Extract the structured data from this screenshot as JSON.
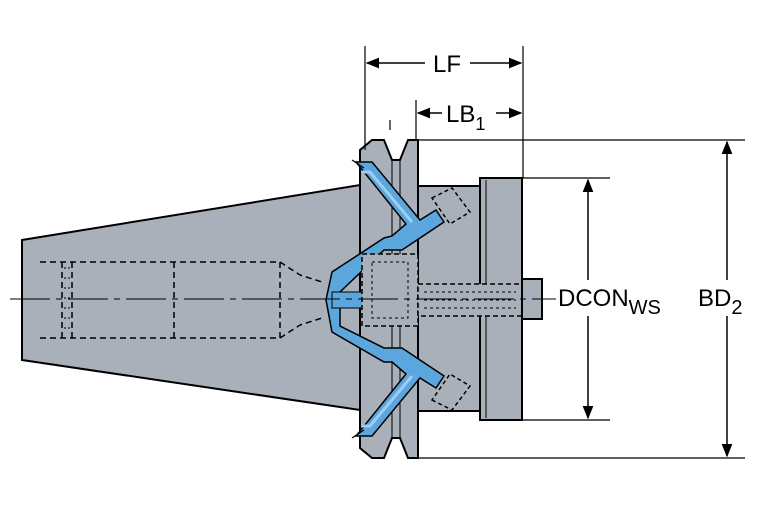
{
  "labels": {
    "lf": "LF",
    "lb_main": "LB",
    "lb_sub": "1",
    "dcon_main": "DCON",
    "dcon_sub": "WS",
    "bd_main": "BD",
    "bd_sub": "2"
  },
  "colors": {
    "body_fill": "#a9b0b9",
    "body_dark": "#8c939d",
    "outline": "#000000",
    "coolant": "#5aa6dd",
    "coolant_light": "#9fcdef",
    "background": "#ffffff"
  }
}
